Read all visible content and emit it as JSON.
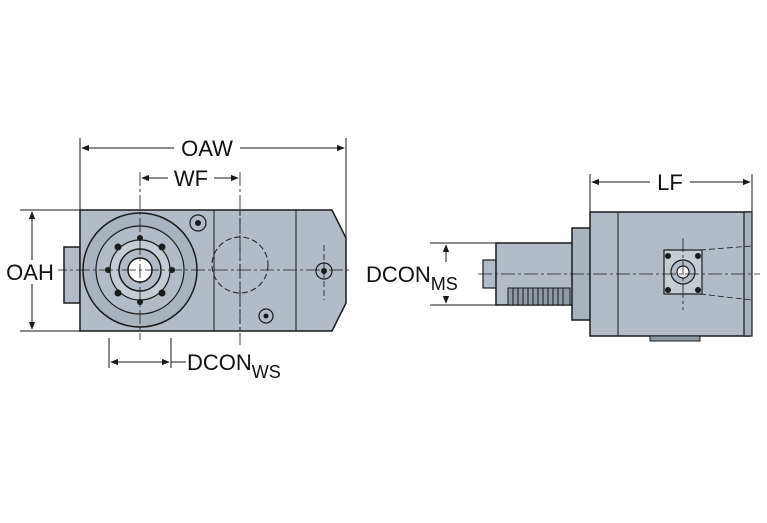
{
  "colors": {
    "body_fill": "#b3bcc6",
    "body_dark": "#8f9aa5",
    "line": "#1a1a1a",
    "background": "#ffffff"
  },
  "labels": {
    "oaw": "OAW",
    "wf": "WF",
    "oah": "OAH",
    "lf": "LF",
    "dcon_ws_main": "DCON",
    "dcon_ws_sub": "WS",
    "dcon_ms_main": "DCON",
    "dcon_ms_sub": "MS"
  },
  "views": {
    "front": "front-view",
    "side": "side-view"
  }
}
